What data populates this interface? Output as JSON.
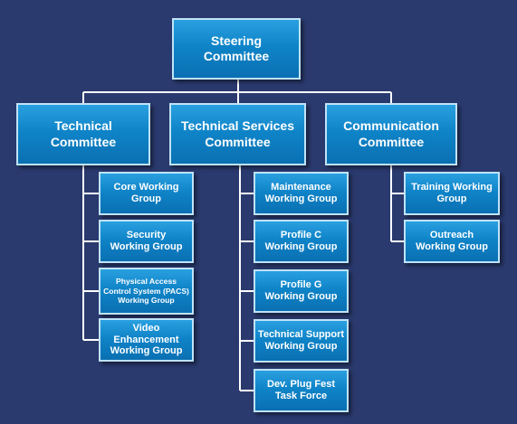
{
  "colors": {
    "background": "#2a3a6e",
    "box_fill": "#1590d4",
    "box_border": "#bfe3f8",
    "connector": "#ffffff"
  },
  "root": {
    "label": "Steering\nCommittee"
  },
  "committees": [
    {
      "label": "Technical\nCommittee",
      "groups": [
        "Core Working\nGroup",
        "Security\nWorking Group",
        "Physical Access\nControl System (PACS)\nWorking Group",
        "Video\nEnhancement\nWorking Group"
      ]
    },
    {
      "label": "Technical Services\nCommittee",
      "groups": [
        "Maintenance\nWorking Group",
        "Profile C\nWorking Group",
        "Profile G\nWorking Group",
        "Technical Support\nWorking Group",
        "Dev. Plug Fest\nTask Force"
      ]
    },
    {
      "label": "Communication\nCommittee",
      "groups": [
        "Training Working\nGroup",
        "Outreach\nWorking Group"
      ]
    }
  ]
}
